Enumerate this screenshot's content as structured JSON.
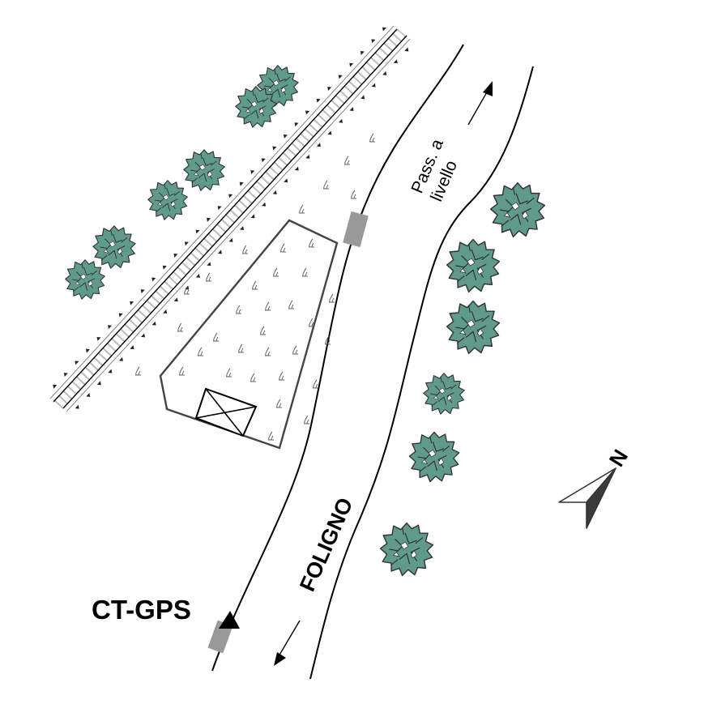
{
  "labels": {
    "level_crossing": [
      "Pass. a",
      "livello"
    ],
    "town": "FOLIGNO",
    "station": "CT-GPS",
    "north": "N"
  },
  "colors": {
    "tree_fill": "#5f9a8b",
    "tree_stroke": "#333333",
    "road_line": "#000000",
    "gate_gray": "#999999",
    "enclosure_stroke": "#444444",
    "north_arrow_dark": "#3a3a3a"
  },
  "icons": {
    "tree": "tree-icon",
    "grass": "grass-tuft-icon",
    "building": "building-cross-icon",
    "station": "station-triangle-icon",
    "north": "north-arrow-icon"
  }
}
